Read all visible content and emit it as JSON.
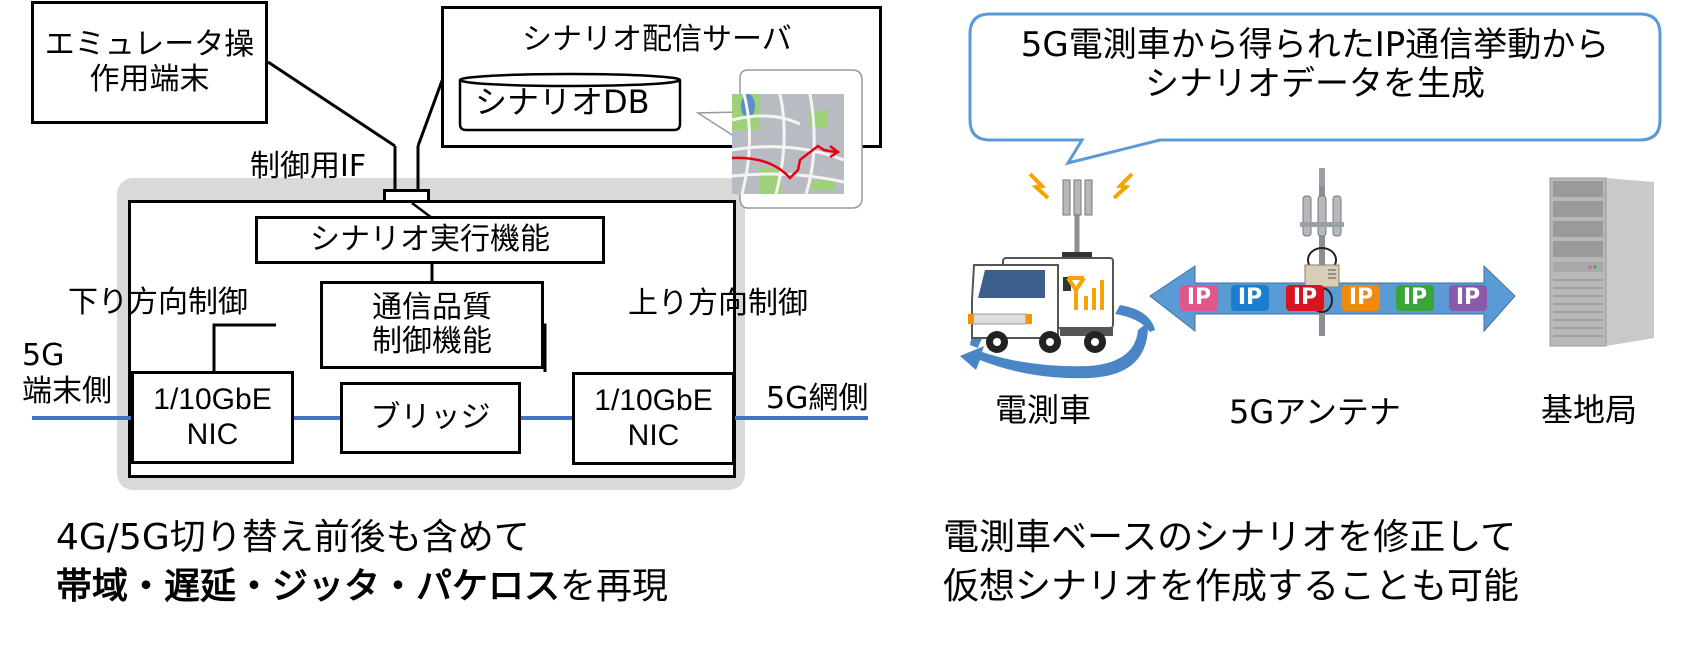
{
  "left_panel": {
    "operator_terminal": {
      "line1": "エミュレータ操",
      "line2": "作用端末"
    },
    "server": {
      "title": "シナリオ配信サーバ",
      "db_label": "シナリオDB"
    },
    "control_if_label": "制御用IF",
    "scenario_exec": "シナリオ実行機能",
    "qos_control": {
      "line1": "通信品質",
      "line2": "制御機能"
    },
    "downlink_label": "下り方向制御",
    "uplink_label": "上り方向制御",
    "nic_left": {
      "line1": "1/10GbE",
      "line2": "NIC"
    },
    "nic_right": {
      "line1": "1/10GbE",
      "line2": "NIC"
    },
    "bridge": "ブリッジ",
    "terminal_side": {
      "line1": "5G",
      "line2": "端末側"
    },
    "network_side": "5G網側",
    "caption": {
      "line1": "4G/5G切り替え前後も含めて",
      "line2_bold": "帯域・遅延・ジッタ・パケロス",
      "line2_rest": "を再現"
    }
  },
  "right_panel": {
    "speech_bubble": {
      "line1": "5G電測車から得られたIP通信挙動から",
      "line2": "シナリオデータを生成"
    },
    "labels": {
      "vehicle": "電測車",
      "antenna": "5Gアンテナ",
      "base_station": "基地局"
    },
    "ip_packets": [
      {
        "label": "IP",
        "color": "#e0578a"
      },
      {
        "label": "IP",
        "color": "#1b7fd1"
      },
      {
        "label": "IP",
        "color": "#d8131f"
      },
      {
        "label": "IP",
        "color": "#ef8a12"
      },
      {
        "label": "IP",
        "color": "#3aa537"
      },
      {
        "label": "IP",
        "color": "#8a5aa8"
      }
    ],
    "caption": {
      "line1": "電測車ベースのシナリオを修正して",
      "line2": "仮想シナリオを作成することも可能"
    }
  },
  "colors": {
    "link_blue": "#4472c4",
    "arrow_blue": "#5b9bd5",
    "panel_gray": "#d9d9d9",
    "bubble_border": "#5b9bd5"
  }
}
